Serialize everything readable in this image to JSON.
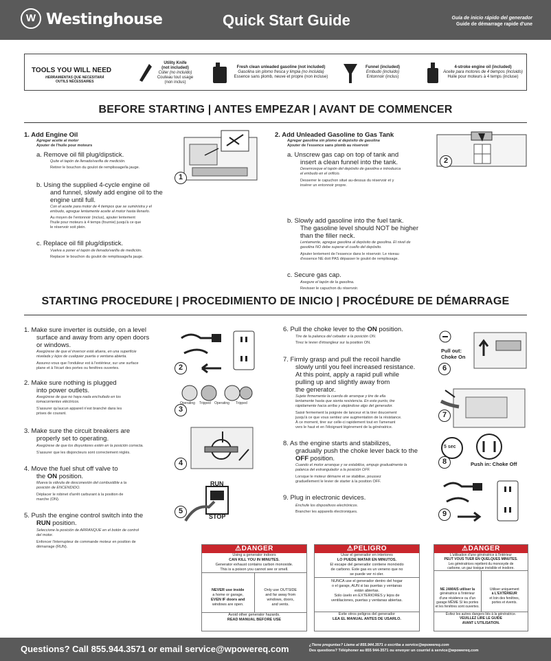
{
  "header": {
    "logo_mark": "W",
    "brand": "Westinghouse",
    "title": "Quick Start Guide",
    "sub_es": "Guía de inicio rápido del generador",
    "sub_fr": "Guide de démarrage rapide d'une"
  },
  "tools": {
    "heading": "TOOLS YOU WILL NEED",
    "heading_es": "HERRAMIENTAS QUE NECESITARÁ",
    "heading_fr": "OUTILS NÉCESSAIRES",
    "knife": [
      "Utility Knife",
      "(not included)",
      "Cúter (no incluido)",
      "Couteau tout usage",
      "(non inclus)"
    ],
    "gas": [
      "Fresh clean unleaded gasoline (not included)",
      "Gasolina sin plomo fresca y limpia (no incluida)",
      "Essence sans plomb, neuve et propre (non incluse)"
    ],
    "funnel": [
      "Funnel (included)",
      "Embudo (incluido)",
      "Entonnoir (inclus)"
    ],
    "oil": [
      "4-stroke engine oil (included)",
      "Aceite para motores de 4 tiempos (incluido)",
      "Huile pour moteurs à 4 temps (incluse)"
    ]
  },
  "before": {
    "title": "BEFORE STARTING | ANTES EMPEZAR | AVANT DE COMMENCER",
    "s1": {
      "title": "1.  Add Engine Oil",
      "es": "Agregar aceite al motor",
      "fr": "Ajouter de l'huile pour moteurs",
      "a": "a.  Remove oil fill plug/dipstick.",
      "a_es": "Quite el tapón de llenado/varilla de medición.",
      "a_fr": "Retirer le bouchon du goulot de remplissage/la jauge.",
      "b1": "b.  Using the supplied 4-cycle engine oil",
      "b2": "and funnel, slowly add engine oil to the",
      "b3": "engine until full.",
      "b_es1": "Con el aceite para motor de 4 tiempos que se suministra y el",
      "b_es2": "embudo, agregue lentamente aceite al motor hasta llenarlo.",
      "b_fr1": "Au moyen de l'entonnoir (inclus), ajouter lentement",
      "b_fr2": "l'huile pour moteurs à 4 temps (fournie) jusqu'à ce que",
      "b_fr3": "le réservoir soit plein.",
      "c": "c.  Replace oil fill plug/dipstick.",
      "c_es": "Vuelva a poner el tapón de llenado/varilla de medición.",
      "c_fr": "Replacer le bouchon du goulot de remplissage/la jauge."
    },
    "s2": {
      "title": "2.  Add Unleaded Gasoline to Gas Tank",
      "es": "Agregar gasolina sin plomo al depósito de gasolina",
      "fr": "Ajouter de l'essence sans plomb au réservoir",
      "a1": "a.  Unscrew gas cap on top of tank and",
      "a2": "insert a clean funnel into the tank.",
      "a_es1": "Desenrosque el tapón del depósito de gasolina e introduzca",
      "a_es2": "el embudo en el orificio.",
      "a_fr1": "Desserrer le capuchon situé au-dessus du réservoir et y",
      "a_fr2": "insérer un entonnoir propre.",
      "b1": "b.  Slowly add gasoline into the fuel tank.",
      "b2": "The gasoline level should NOT be higher",
      "b3": "than the filler neck.",
      "b_es1": "Lentamente, agregue gasolina al depósito de gasolina. El nivel de",
      "b_es2": "gasolina NO debe superar el cuello del depósito.",
      "b_fr1": "Ajouter lentement de l'essence dans le réservoir. Le niveau",
      "b_fr2": "d'essence NE doit PAS dépasser le goulot de remplissage.",
      "c": "c.  Secure gas cap.",
      "c_es": "Asegure el tapón de la gasolina.",
      "c_fr": "Revisser le capuchon du réservoir."
    }
  },
  "start": {
    "title": "STARTING PROCEDURE  | PROCEDIMIENTO DE INICIO | PROCÉDURE DE DÉMARRAGE",
    "s1": [
      "1.  Make sure inverter is outside, on a level",
      "surface and away from any open doors",
      "or windows.",
      "Asegúrese de que el inversor está afuera, en una superficie",
      "nivelada y lejos de cualquier puerta o ventana abierta.",
      "Assurez-vous que l'onduleur est à l'extérieur, sur une surface",
      "plane et à l'écart des portes ou fenêtres ouvertes."
    ],
    "s2": [
      "2.  Make sure nothing is plugged",
      "into power outlets.",
      "Asegúrese de que no haya nada enchufado en los",
      "tomacorrientes eléctricos.",
      "S'assurer qu'aucun appareil n'est branché dans les",
      "prises de courant."
    ],
    "s3": [
      "3.  Make sure the circuit breakers are",
      "properly set to operating.",
      "Asegúrese de que los disyuntores estén en la posición correcta.",
      "S'assurer que les disjoncteurs sont correctement réglés."
    ],
    "s4": [
      "4.  Move the fuel shut off valve to",
      "the ",
      "ON",
      " position.",
      "Mueva la válvula de desconexión del combustible a la",
      "posición de ENCENDIDO.",
      "Déplacer le robinet d'arrêt carburant à la position de",
      "marche (ON)."
    ],
    "s5": [
      "5.  Push the engine control switch into the",
      "RUN",
      " position.",
      "Seleccione la posición de ARRANQUE en el botón de control",
      "del motor.",
      "Enfoncer l'interrupteur de commande moteur en position de",
      "démarrage (RUN)."
    ],
    "s6": [
      "6.  Pull the choke lever to the ",
      "ON",
      " position.",
      "Tire de la palanca del cebador a la posición ON.",
      "Tirez le levier d'étrangleur sur la position ON."
    ],
    "s7": [
      "7.  Firmly grasp and pull the recoil handle",
      "slowly until you feel increased resistance.",
      "At this point, apply a rapid pull while",
      "pulling up and slightly away from",
      "the generator.",
      "Sujete firmemente la cuerda de arranque y tire de ella",
      "lentamente hasta que sienta resistencia. En este punto, tire",
      "rápidamente hacia arriba y alejándose algo del generador.",
      "Saisir fermement la poignée de lanceur et la tirer doucement",
      "jusqu'à ce que vous sentiez une augmentation de la résistance.",
      "À ce moment, tirer sur celle-ci rapidement tout en l'amenant",
      "vers le haut et en l'éloignant légèrement de la génératrice."
    ],
    "s8": [
      "8.  As the engine starts and stabilizes,",
      "gradually push the choke lever back to the",
      "OFF",
      " position.",
      "Cuando el motor arranque y se estabilice, empuje gradualmente la",
      "palanca del estrangulador a la posición OFF.",
      "Lorsque le moteur démarre et se stabilise, poussez",
      "graduellement le levier de starter à la position OFF."
    ],
    "s9": [
      "9.  Plug in electronic devices.",
      "Enchufe los dispositivos electrónicos.",
      "Brancher les appareils électroniques."
    ]
  },
  "figs": {
    "n1": "1",
    "n2": "2",
    "n3": "3",
    "n4": "4",
    "n5": "5",
    "n6": "6",
    "n7": "7",
    "n8": "8",
    "n9": "9",
    "run": "RUN",
    "stop": "STOP",
    "pull_out": "Pull out:",
    "choke_on": "Choke On",
    "push_in": "Push in: Choke Off",
    "sec": "5 sec",
    "op1": "Operating",
    "trip1": "Tripped",
    "op2": "Operating",
    "trip2": "Tripped"
  },
  "danger": {
    "en": {
      "head": "DANGER",
      "l1": "Using a generator indoors",
      "l2": "CAN KILL YOU IN MINUTES.",
      "l3": "Generator exhaust contains carbon monoxide.",
      "l4": "This is a poison you cannot see or smell.",
      "c1": [
        "NEVER use inside",
        "a home or garage,",
        "EVEN IF doors and",
        "windows are open."
      ],
      "c2": [
        "Only use OUTSIDE",
        "and far away from",
        "windows, doors,",
        "and vents."
      ],
      "f1": "Avoid other generator hazards.",
      "f2": "READ MANUAL BEFORE USE"
    },
    "es": {
      "head": "PELIGRO",
      "l1": "Usar el generador en interiores",
      "l2": "LO PUEDE MATAR EN MINUTOS.",
      "l3": "El escape del generador contiene monóxido",
      "l4": "de carbono. Este gas es un veneno que no",
      "l5": "se puede ver ni oler.",
      "c1": "NUNCA use el generador dentro del hogar",
      "c2": "o el garaje, AUN si las puertas y ventanas",
      "c3": "están abiertas.",
      "c4": "Solo úselo en EXTERIORES y lejos de",
      "c5": "ventilaciones, puertas y ventanas abiertas.",
      "f1": "Evite otros peligros del generador",
      "f2": "LEA EL MANUAL ANTES DE USARLO."
    },
    "fr": {
      "head": "DANGER",
      "l1": "L'utilisation d'une génératrice à l'intérieur",
      "l2": "PEUT VOUS TUER EN QUELQUES MINUTES.",
      "l3": "Les génératrices rejettent du monoxyde de",
      "l4": "carbone, un gaz toxique invisible et inodore.",
      "c1": [
        "NE JAMAIS utiliser la",
        "génératrice à l'intérieur",
        "d'une résidence ou d'un",
        "garage MÊME SI les portes",
        "et les fenêtres sont ouvertes."
      ],
      "c2": [
        "Utiliser uniquement",
        "à L'EXTÉRIEUR",
        "et loin des fenêtres,",
        "portes et évents."
      ],
      "f1": "Évitez les autres dangers liés à la génératrice.",
      "f2": "VEUILLEZ LIRE LE GUIDE",
      "f3": "AVANT L'UTILISATION."
    }
  },
  "footer": {
    "q": "Questions? Call 855.944.3571 or email service@wpowereq.com",
    "q_es": "¿Tiene preguntas? Llame al 855.944.3571 o escriba a service@wpowereq.com",
    "q_fr": "Des questions? Téléphoner au 855 944-3571 ou envoyer un courriel à service@wpowereq.com"
  },
  "colors": {
    "header": "#5a5a5a",
    "danger": "#c9262c"
  }
}
